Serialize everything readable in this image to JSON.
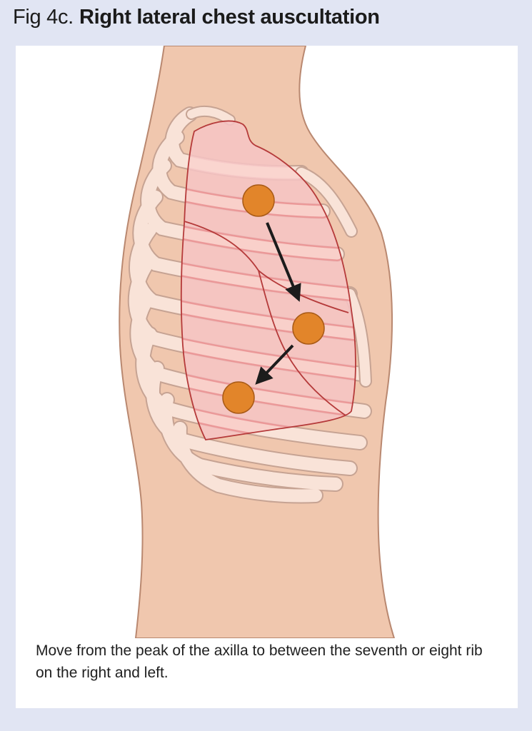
{
  "figure": {
    "label": "Fig 4c.",
    "title": "Right lateral chest auscultation"
  },
  "caption": "Move from the peak of the axilla to between the seventh or eight rib on the right and left.",
  "colors": {
    "background": "#e1e5f3",
    "panel": "#ffffff",
    "skin": "#f0c7ae",
    "skin_outline": "#b98870",
    "rib": "#f9e3d8",
    "rib_outline": "#c6a393",
    "lung_fill": "#eea0a0",
    "lung_outline": "#b53a3a",
    "marker": "#e2852a",
    "marker_outline": "#a85a16",
    "arrow": "#1c1c1c"
  },
  "auscultation_points": [
    {
      "id": "point-1",
      "position": "upper lobe, peak of axilla"
    },
    {
      "id": "point-2",
      "position": "middle lobe"
    },
    {
      "id": "point-3",
      "position": "lower lobe, between seventh and eighth rib"
    }
  ]
}
